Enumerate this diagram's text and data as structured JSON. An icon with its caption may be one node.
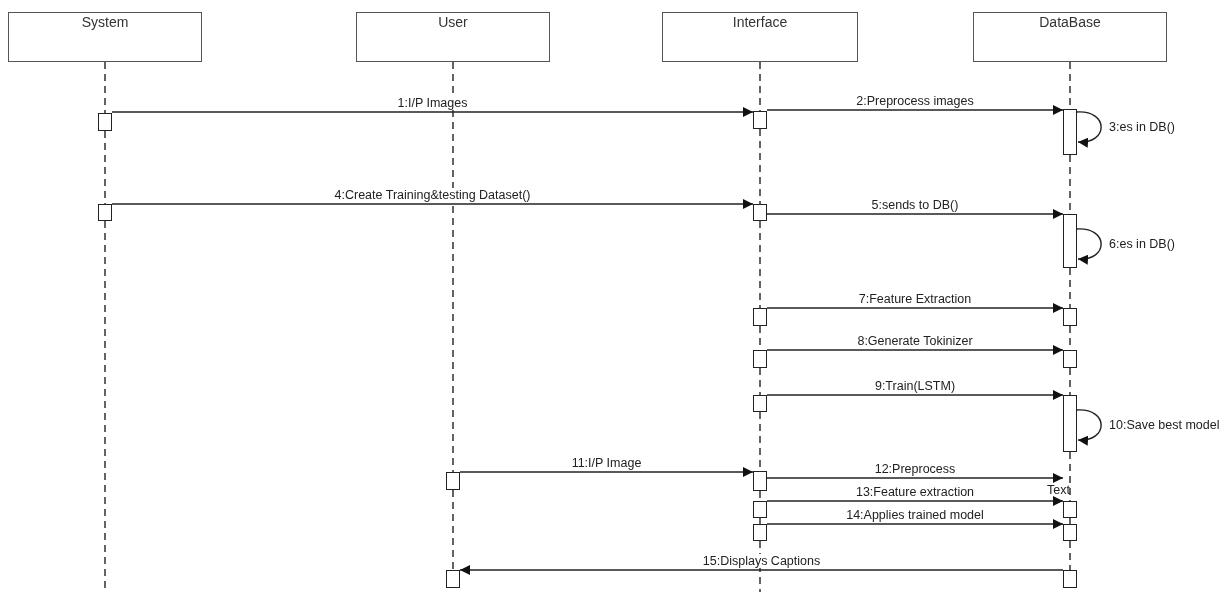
{
  "diagram": {
    "nodes": [
      {
        "text": [
          "System"
        ]
      },
      {
        "text": [
          "User"
        ]
      },
      {
        "text": [
          "Interface"
        ]
      },
      {
        "text": [
          "DataBase"
        ]
      },
      {
        "text": [],
        "shape": "bar"
      },
      {
        "text": [],
        "shape": "bar"
      },
      {
        "text": [],
        "shape": "bar"
      },
      {
        "text": [],
        "shape": "bar"
      },
      {
        "text": [],
        "shape": "bar"
      },
      {
        "text": [],
        "shape": "bar"
      },
      {
        "text": [],
        "shape": "bar"
      },
      {
        "text": [],
        "shape": "bar"
      },
      {
        "text": [],
        "shape": "bar"
      },
      {
        "text": [],
        "shape": "bar"
      },
      {
        "text": [],
        "shape": "bar"
      },
      {
        "text": [],
        "shape": "bar"
      },
      {
        "text": [],
        "shape": "bar"
      },
      {
        "text": [],
        "shape": "bar"
      },
      {
        "text": [],
        "shape": "bar"
      },
      {
        "text": [],
        "shape": "bar"
      },
      {
        "text": [],
        "shape": "bar"
      },
      {
        "text": [],
        "shape": "bar"
      },
      {
        "text": [],
        "shape": "bar"
      },
      {
        "text": [],
        "shape": "bar"
      }
    ],
    "edges": [
      {
        "from": 4,
        "to": 5,
        "arrow": "to",
        "label": "1:I/P Images"
      },
      {
        "from": 5,
        "to": 6,
        "arrow": "to",
        "label": "2:Preprocess images"
      },
      {
        "from": 6,
        "to": 6,
        "arrow": "to",
        "label": "3:es in DB()"
      },
      {
        "from": 7,
        "to": 8,
        "arrow": "to",
        "label": "4:Create Training&testing Dataset()"
      },
      {
        "from": 8,
        "to": 9,
        "arrow": "to",
        "label": "5:sends to DB()"
      },
      {
        "from": 9,
        "to": 9,
        "arrow": "to",
        "label": "6:es in DB()"
      },
      {
        "from": 10,
        "to": 11,
        "arrow": "to",
        "label": "7:Feature Extraction"
      },
      {
        "from": 12,
        "to": 13,
        "arrow": "to",
        "label": "8:Generate Tokinizer"
      },
      {
        "from": 14,
        "to": 15,
        "arrow": "to",
        "label": "9:Train(LSTM)"
      },
      {
        "from": 15,
        "to": 15,
        "arrow": "to",
        "label": "10:Save best model"
      },
      {
        "from": 16,
        "to": 17,
        "arrow": "to",
        "label": "11:I/P Image"
      },
      {
        "from": 17,
        "to": 19,
        "arrow": "to",
        "label": "12:Preprocess"
      },
      {
        "from": 18,
        "to": 19,
        "arrow": "to",
        "label": "13:Feature extraction"
      },
      {
        "from": 20,
        "to": 21,
        "arrow": "to",
        "label": "14:Applies trained model"
      },
      {
        "from": 23,
        "to": 22,
        "arrow": "to",
        "label": "15:Displays Captions"
      },
      {
        "from": 0,
        "to": 4,
        "arrow": "none",
        "style": "dashed"
      },
      {
        "from": 4,
        "to": 7,
        "arrow": "none",
        "style": "dashed"
      },
      {
        "from": 7,
        "to": null,
        "arrow": "none",
        "style": "dashed"
      },
      {
        "from": 1,
        "to": 16,
        "arrow": "none",
        "style": "dashed"
      },
      {
        "from": 16,
        "to": 22,
        "arrow": "none",
        "style": "dashed"
      },
      {
        "from": 2,
        "to": 5,
        "arrow": "none",
        "style": "dashed"
      },
      {
        "from": 5,
        "to": 8,
        "arrow": "none",
        "style": "dashed"
      },
      {
        "from": 8,
        "to": 10,
        "arrow": "none",
        "style": "dashed"
      },
      {
        "from": 10,
        "to": 12,
        "arrow": "none",
        "style": "dashed"
      },
      {
        "from": 12,
        "to": 14,
        "arrow": "none",
        "style": "dashed"
      },
      {
        "from": 14,
        "to": 17,
        "arrow": "none",
        "style": "dashed"
      },
      {
        "from": 17,
        "to": 18,
        "arrow": "none",
        "style": "dashed"
      },
      {
        "from": 18,
        "to": 20,
        "arrow": "none",
        "style": "dashed"
      },
      {
        "from": 20,
        "to": null,
        "arrow": "none",
        "style": "dashed"
      },
      {
        "from": 3,
        "to": 6,
        "arrow": "none",
        "style": "dashed"
      },
      {
        "from": 6,
        "to": 9,
        "arrow": "none",
        "style": "dashed"
      },
      {
        "from": 9,
        "to": 11,
        "arrow": "none",
        "style": "dashed"
      },
      {
        "from": 11,
        "to": 13,
        "arrow": "none",
        "style": "dashed"
      },
      {
        "from": 13,
        "to": 15,
        "arrow": "none",
        "style": "dashed"
      },
      {
        "from": 15,
        "to": 19,
        "arrow": "none",
        "style": "dashed"
      },
      {
        "from": 19,
        "to": 21,
        "arrow": "none",
        "style": "dashed"
      },
      {
        "from": 21,
        "to": 23,
        "arrow": "none",
        "style": "dashed"
      }
    ],
    "labels": [
      "Text"
    ]
  }
}
